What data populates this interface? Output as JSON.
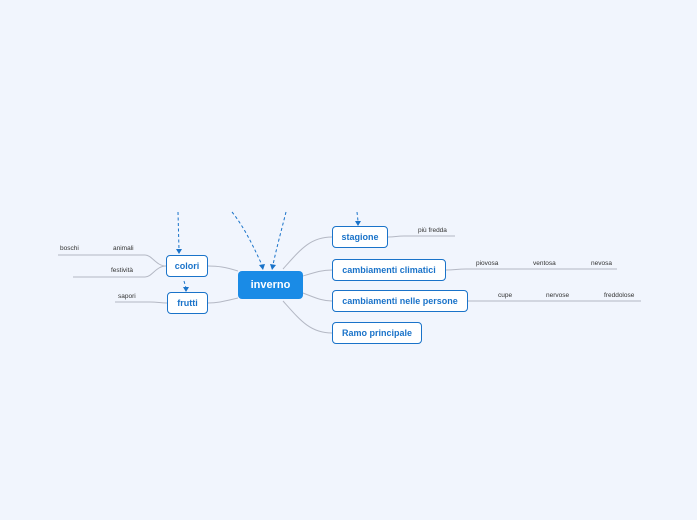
{
  "central": {
    "label": "inverno"
  },
  "main_branches": {
    "stagione": {
      "label": "stagione",
      "children": [
        "più fredda"
      ]
    },
    "cambiamenti_climatici": {
      "label": "cambiamenti climatici",
      "children": [
        "piovosa",
        "ventosa",
        "nevosa"
      ]
    },
    "cambiamenti_persone": {
      "label": "cambiamenti nelle persone",
      "children": [
        "cupe",
        "nervose",
        "freddolose"
      ]
    },
    "ramo_principale": {
      "label": "Ramo principale"
    },
    "colori": {
      "label": "colori",
      "children": [
        "boschi",
        "animali",
        "festività"
      ]
    },
    "frutti": {
      "label": "frutti",
      "children": [
        "sapori"
      ]
    }
  },
  "colors": {
    "background": "#f1f5fd",
    "central_fill": "#1a8be6",
    "node_border": "#1a73c9",
    "connector": "#b4b8c4",
    "relation": "#1a73c9"
  }
}
